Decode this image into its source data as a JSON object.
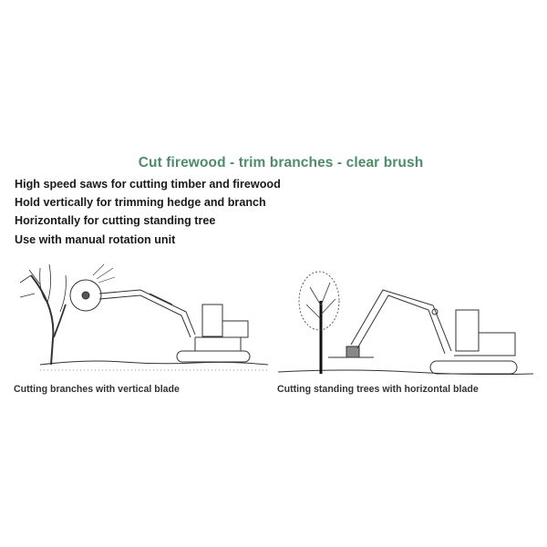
{
  "heading": {
    "text": "Cut firewood - trim branches - clear brush",
    "color": "#4e8c6a"
  },
  "features": [
    "High speed saws for cutting timber and firewood",
    "Hold vertically for trimming hedge and branch",
    "Horizontally for cutting standing tree",
    "Use with manual rotation unit"
  ],
  "figures": [
    {
      "illustration": "excavator-vertical-blade-cutting-branches",
      "caption": "Cutting branches with vertical blade"
    },
    {
      "illustration": "excavator-horizontal-blade-cutting-standing-tree",
      "caption": "Cutting standing trees with horizontal blade"
    }
  ]
}
